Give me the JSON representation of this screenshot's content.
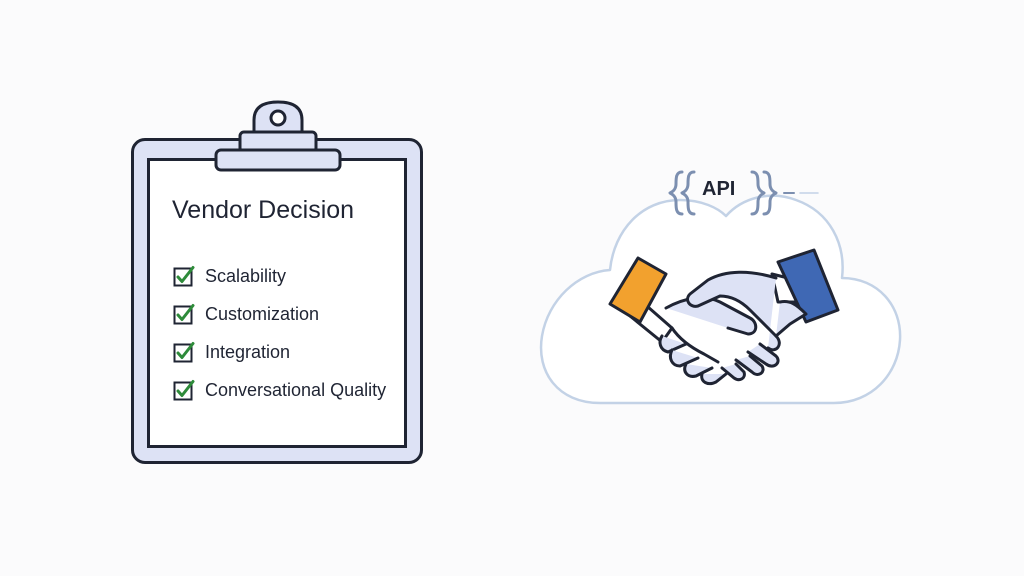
{
  "clipboard": {
    "title": "Vendor Decision",
    "items": [
      {
        "label": "Scalability",
        "checked": true
      },
      {
        "label": "Customization",
        "checked": true
      },
      {
        "label": "Integration",
        "checked": true
      },
      {
        "label": "Conversational Quality",
        "checked": true
      }
    ]
  },
  "integration": {
    "api_label": "API"
  },
  "colors": {
    "outline": "#1f2433",
    "clipboard_fill": "#dde2f5",
    "check_green": "#2e8b3a",
    "cuff_orange": "#f2a12e",
    "cuff_blue": "#3f68b4",
    "cloud_stroke": "#c3d2e6",
    "brace_blue": "#7c8fb0"
  }
}
